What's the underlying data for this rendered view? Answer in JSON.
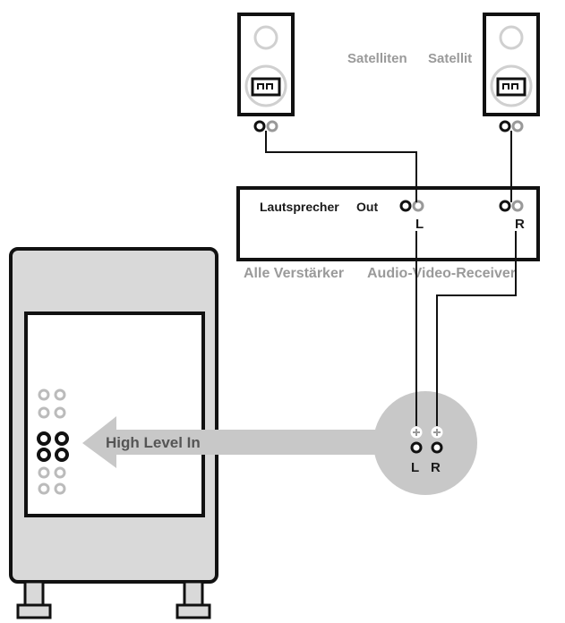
{
  "labels": {
    "satellites_left": "Satelliten",
    "satellites_right": "Satellit",
    "speaker_out_left": "Lautsprecher",
    "speaker_out_right": "Out",
    "receiver_left": "Alle Verstärker",
    "receiver_right": "Audio-Video-Receiver",
    "amp_channel_left": "L",
    "amp_channel_right": "R",
    "high_level_in": "High Level In",
    "sub_channel_left": "L",
    "sub_channel_right": "R"
  },
  "colors": {
    "outline": "#111111",
    "panel_grey": "#d9d9d9",
    "arrow_grey": "#c8c8c8",
    "circle_grey": "#c8c8c8",
    "label_grey": "#9a9a9a"
  }
}
